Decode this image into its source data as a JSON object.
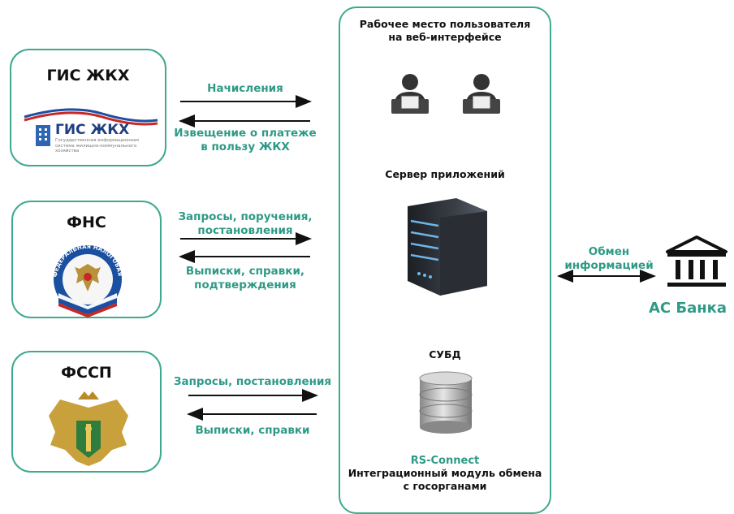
{
  "left_panels": [
    {
      "title": "ГИС ЖКХ",
      "logo_text": "ГИС ЖКХ",
      "logo_subtext": "Государственная информационная система жилищно-коммунального хозяйства"
    },
    {
      "title": "ФНС",
      "emblem_text": "ФЕДЕРАЛЬНАЯ НАЛОГОВАЯ СЛУЖБА"
    },
    {
      "title": "ФССП"
    }
  ],
  "flows": {
    "gis_out": "Начисления",
    "gis_in": "Извещение о платеже\nв пользу ЖКХ",
    "fns_out": "Запросы, поручения,\nпостановления",
    "fns_in": "Выписки, справки,\nподтверждения",
    "fssp_out": "Запросы, постановления",
    "fssp_in": "Выписки, справки"
  },
  "center": {
    "workplace_title": "Рабочее место пользователя\nна веб-интерфейсе",
    "server_label": "Сервер приложений",
    "db_label": "СУБД",
    "product_name": "RS-Connect",
    "product_desc": "Интеграционный модуль обмена\nс госорганами"
  },
  "bank": {
    "exchange_label": "Обмен\nинформацией",
    "name": "АС Банка"
  },
  "colors": {
    "teal": "#2e9a86",
    "border": "#3ea98f",
    "text": "#111111"
  }
}
